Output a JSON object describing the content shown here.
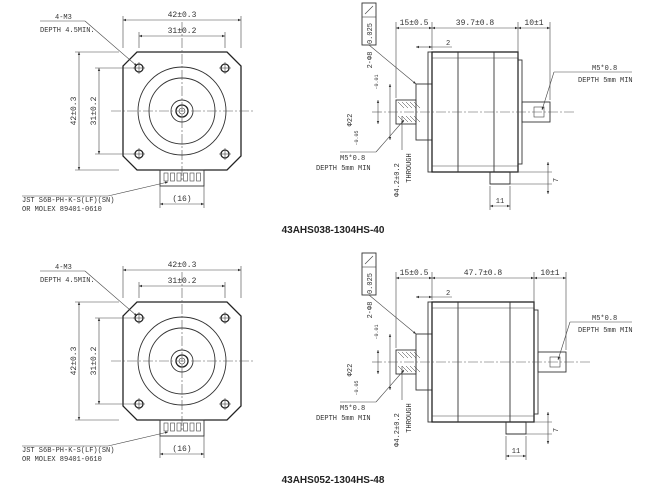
{
  "drawings": [
    {
      "model": "43AHS038-1304HS-40",
      "front": {
        "holes_note": "4-M3",
        "depth_note": "DEPTH 4.5MIN.",
        "width_outer": "42±0.3",
        "width_inner": "31±0.2",
        "height_outer": "42±0.3",
        "height_inner": "31±0.2",
        "connector_line1": "JST S6B-PH-K-S(LF)(SN)",
        "connector_line2": "OR MOLEX 89401-0610",
        "connector_width": "(16)"
      },
      "side": {
        "flatness": "0.025",
        "dim_flange": "15±0.5",
        "dim_body": "39.7±0.8",
        "dim_rear": "10±1",
        "dim_step": "2",
        "dim_boss_a": "2-Φ8",
        "dim_boss_a_tol": "-0.01",
        "dim_boss_b": "Φ22",
        "dim_boss_b_tol": "-0.05",
        "thread_front": "M5*0.8",
        "thread_front_depth": "DEPTH 5mm MIN",
        "thread_rear": "M5*0.8",
        "thread_rear_depth": "DEPTH 5mm MIN",
        "through_dim": "Φ4.2±0.2",
        "through_label": "THROUGH",
        "dim_bottom": "11",
        "dim_small": "7"
      }
    },
    {
      "model": "43AHS052-1304HS-48",
      "front": {
        "holes_note": "4-M3",
        "depth_note": "DEPTH 4.5MIN.",
        "width_outer": "42±0.3",
        "width_inner": "31±0.2",
        "height_outer": "42±0.3",
        "height_inner": "31±0.2",
        "connector_line1": "JST S6B-PH-K-S(LF)(SN)",
        "connector_line2": "OR MOLEX 89401-0610",
        "connector_width": "(16)"
      },
      "side": {
        "flatness": "0.025",
        "dim_flange": "15±0.5",
        "dim_body": "47.7±0.8",
        "dim_rear": "10±1",
        "dim_step": "2",
        "dim_boss_a": "2-Φ8",
        "dim_boss_a_tol": "-0.01",
        "dim_boss_b": "Φ22",
        "dim_boss_b_tol": "-0.05",
        "thread_front": "M5*0.8",
        "thread_front_depth": "DEPTH 5mm MIN",
        "thread_rear": "M5*0.8",
        "thread_rear_depth": "DEPTH 5mm MIN",
        "through_dim": "Φ4.2±0.2",
        "through_label": "THROUGH",
        "dim_bottom": "11",
        "dim_small": "7"
      }
    }
  ]
}
